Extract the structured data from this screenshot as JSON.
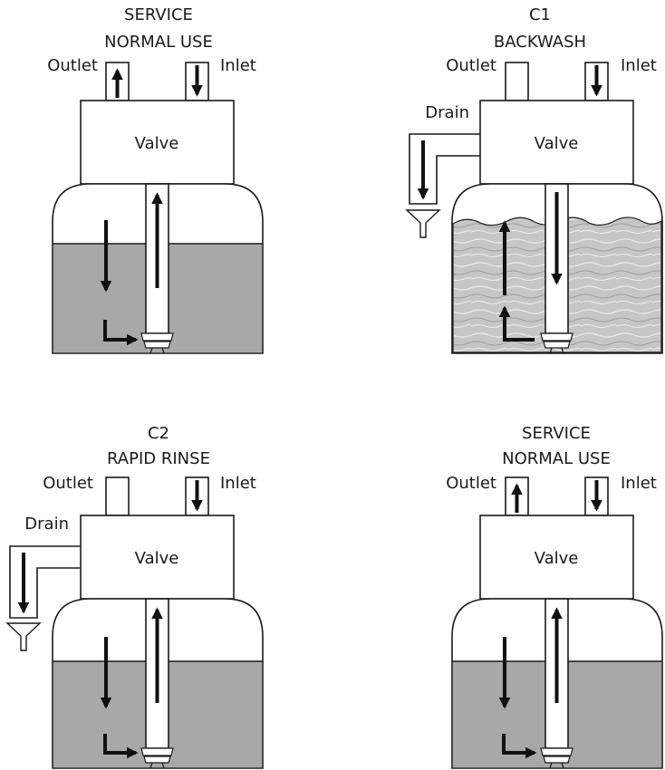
{
  "panels": [
    {
      "title": "SERVICE",
      "subtitle": "NORMAL USE",
      "outlet": "Outlet",
      "inlet": "Inlet",
      "valve": "Valve"
    },
    {
      "title": "C1",
      "subtitle": "BACKWASH",
      "outlet": "Outlet",
      "inlet": "Inlet",
      "valve": "Valve",
      "drain": "Drain"
    },
    {
      "title": "C2",
      "subtitle": "RAPID RINSE",
      "outlet": "Outlet",
      "inlet": "Inlet",
      "valve": "Valve",
      "drain": "Drain"
    },
    {
      "title": "SERVICE",
      "subtitle": "NORMAL USE",
      "outlet": "Outlet",
      "inlet": "Inlet",
      "valve": "Valve"
    }
  ],
  "colors": {
    "outline": "#1a1a1a",
    "water": "#a8a8a8",
    "media": "#c9c9c9",
    "background": "#ffffff"
  }
}
